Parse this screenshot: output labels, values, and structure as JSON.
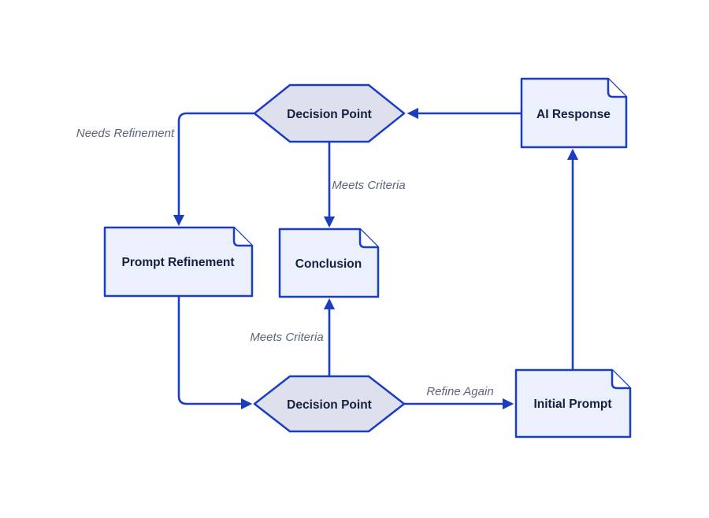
{
  "diagram": {
    "type": "flowchart",
    "background_color": "#ffffff",
    "colors": {
      "edge": "#1b3dc0",
      "node_border": "#1b3dc0",
      "hexagon_fill": "#dee1ed",
      "document_fill": "#ebf0fc",
      "node_text": "#15203f",
      "edge_label_text": "#5c6480"
    },
    "nodes": [
      {
        "id": "decision-top",
        "type": "hexagon",
        "label": "Decision Point"
      },
      {
        "id": "ai-response",
        "type": "document",
        "label": "AI Response"
      },
      {
        "id": "prompt-refinement",
        "type": "document",
        "label": "Prompt Refinement"
      },
      {
        "id": "conclusion",
        "type": "document",
        "label": "Conclusion"
      },
      {
        "id": "decision-bottom",
        "type": "hexagon",
        "label": "Decision Point"
      },
      {
        "id": "initial-prompt",
        "type": "document",
        "label": "Initial Prompt"
      }
    ],
    "edges": [
      {
        "from": "ai-response",
        "to": "decision-top",
        "label": ""
      },
      {
        "from": "decision-top",
        "to": "prompt-refinement",
        "label": "Needs Refinement"
      },
      {
        "from": "decision-top",
        "to": "conclusion",
        "label": "Meets Criteria"
      },
      {
        "from": "prompt-refinement",
        "to": "decision-bottom",
        "label": ""
      },
      {
        "from": "decision-bottom",
        "to": "conclusion",
        "label": "Meets Criteria"
      },
      {
        "from": "decision-bottom",
        "to": "initial-prompt",
        "label": "Refine Again"
      },
      {
        "from": "initial-prompt",
        "to": "ai-response",
        "label": ""
      }
    ],
    "edge_labels": {
      "needs_refinement": "Needs Refinement",
      "meets_criteria_top": "Meets Criteria",
      "meets_criteria_bottom": "Meets Criteria",
      "refine_again": "Refine Again"
    }
  }
}
